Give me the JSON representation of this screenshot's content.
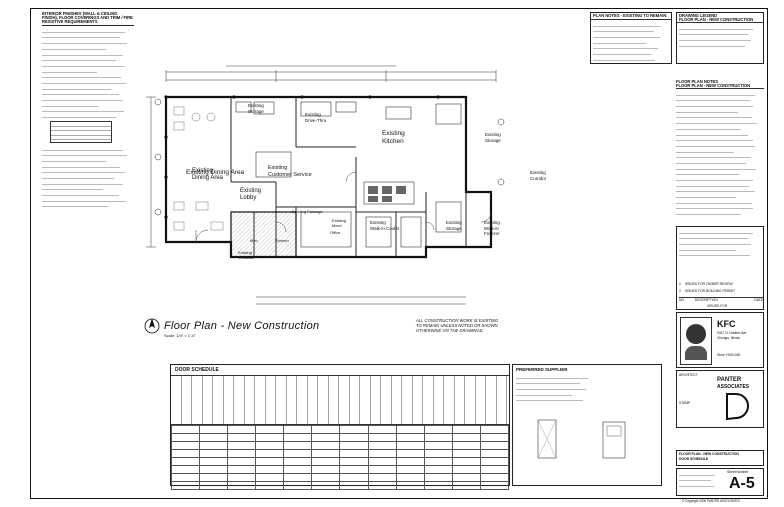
{
  "interior_finishes": {
    "title": "INTERIOR FINISHES (WALL & CEILING FINISH), FLOOR COVERINGS AND TRIM / FIRE RESISTIVE REQUIREMENTS"
  },
  "plan_notes": {
    "title": "PLAN NOTES - EXISTING TO REMAIN"
  },
  "drawing_legend": {
    "title_line1": "DRAWING LEGEND",
    "title_line2": "FLOOR PLAN - NEW CONSTRUCTION"
  },
  "floor_plan_notes": {
    "title_line1": "FLOOR PLAN NOTES",
    "title_line2": "FLOOR PLAN - NEW CONSTRUCTION"
  },
  "rooms": {
    "dining": "Existing\nDining Area",
    "customer_service": "Existing\nCustomer Service",
    "lobby": "Existing\nLobby",
    "kitchen": "Existing\nKitchen",
    "passage": "Existing Passage",
    "walkin_cooler": "Existing\nWalk-in Cooler",
    "walkin_freezer": "Existing\nWalk-in\nFreezer",
    "storage_1": "Existing\nStorage",
    "storage_2": "Existing\nStorage",
    "storage_3": "Existing\nStorage",
    "corridor": "Existing\nCorridor",
    "drive": "Existing\nDrive-Thru",
    "restroom_men": "Men",
    "restroom_women": "Women",
    "office": "Office",
    "vestibule": "Existing\nVestibule",
    "mech": "Existing\nMech"
  },
  "construction_note": {
    "line1": "ALL CONSTRUCTION WORK IS EXISTING",
    "line2": "TO REMAIN UNLESS NOTED OR SHOWN",
    "line3": "OTHERWISE ON THE DRAWINGS."
  },
  "plan_title": {
    "title": "Floor Plan - New Construction",
    "scale": "Scale: 1/4\" = 1'-0\""
  },
  "door_schedule": {
    "title": "DOOR SCHEDULE"
  },
  "preferred_supplier": {
    "title": "PREFERRED SUPPLIER"
  },
  "revisions": {
    "issued_for": "ISSUED FOR",
    "row1": "ISSUED FOR OWNER REVIEW",
    "row2": "ISSUED FOR BUILDING PERMIT",
    "col_no": "NO.",
    "col_desc": "DESCRIPTION",
    "col_date": "DATE"
  },
  "client": {
    "logo": "KFC",
    "address1": "5327 N. Harlem Ave.",
    "address2": "Chicago, Illinois",
    "store": "Store Y000-048"
  },
  "architect": {
    "name1": "PANTER",
    "name2": "ASSOCIATES",
    "label": "ARCHITECT"
  },
  "stamp_label": "STAMP",
  "sheet": {
    "title1": "FLOOR PLAN - NEW CONSTRUCTION",
    "title2": "DOOR SCHEDULE",
    "number": "A-5",
    "number_label": "Sheet Number",
    "copyright": "© Copyright 2008 PANTER ASSOCIATES"
  }
}
